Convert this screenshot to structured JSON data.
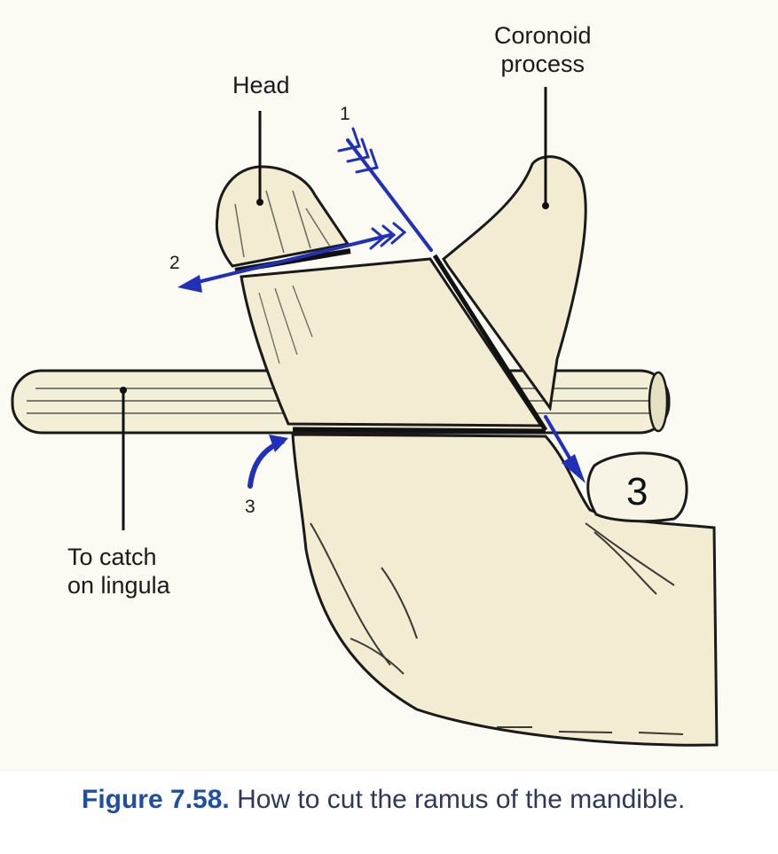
{
  "figure": {
    "caption_label": "Figure 7.58",
    "caption_separator": ".",
    "caption_text": " How to cut the ramus of the mandible."
  },
  "labels": {
    "head": "Head",
    "coronoid_line1": "Coronoid",
    "coronoid_line2": "process",
    "catch_line1": "To catch",
    "catch_line2": "on lingula"
  },
  "cut_numbers": {
    "cut1": "1",
    "cut2": "2",
    "cut3": "3"
  },
  "tooth": {
    "number": "3"
  },
  "colors": {
    "arrow": "#2130b8",
    "bone": "#f1ecd2",
    "outline": "#1a1a1a",
    "caption_label": "#1f4fa0"
  }
}
